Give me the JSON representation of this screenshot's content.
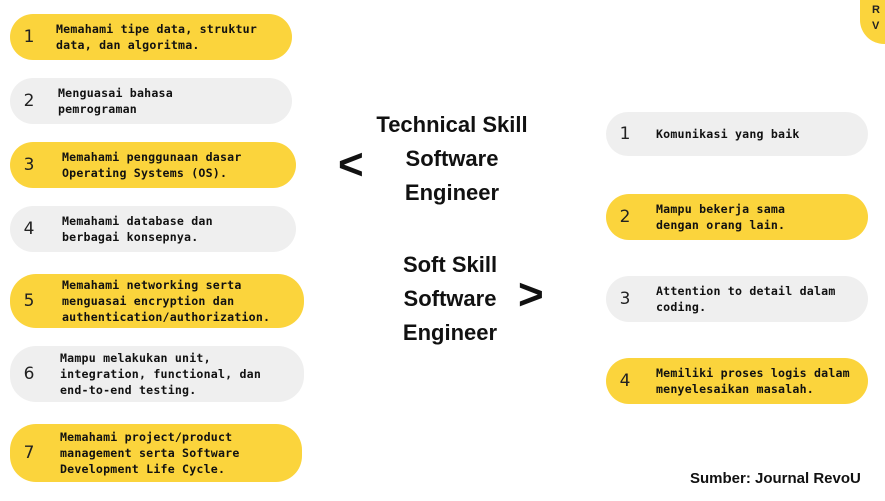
{
  "colors": {
    "accent": "#fbd43c",
    "muted": "#efefef"
  },
  "technical": {
    "heading": [
      "Technical Skill",
      "Software",
      "Engineer"
    ],
    "arrow": "<",
    "items": [
      {
        "num": "1",
        "text": "Memahami tipe data, struktur data, dan algoritma."
      },
      {
        "num": "2",
        "text": "Menguasai bahasa pemrograman"
      },
      {
        "num": "3",
        "text": "Memahami penggunaan dasar Operating Systems (OS)."
      },
      {
        "num": "4",
        "text": "Memahami database dan berbagai konsepnya."
      },
      {
        "num": "5",
        "text": "Memahami networking serta menguasai encryption dan authentication/authorization."
      },
      {
        "num": "6",
        "text": "Mampu melakukan unit, integration, functional, dan end-to-end testing."
      },
      {
        "num": "7",
        "text": "Memahami project/product management serta Software Development Life Cycle."
      }
    ]
  },
  "soft": {
    "heading": [
      "Soft Skill",
      "Software",
      "Engineer"
    ],
    "arrow": ">",
    "items": [
      {
        "num": "1",
        "text": "Komunikasi yang baik"
      },
      {
        "num": "2",
        "text": "Mampu bekerja sama dengan orang lain."
      },
      {
        "num": "3",
        "text": "Attention to detail dalam coding."
      },
      {
        "num": "4",
        "text": "Memiliki proses logis dalam menyelesaikan masalah."
      }
    ]
  },
  "logo": {
    "line1": "R",
    "line2": "V"
  },
  "source": "Sumber:  Journal RevoU"
}
